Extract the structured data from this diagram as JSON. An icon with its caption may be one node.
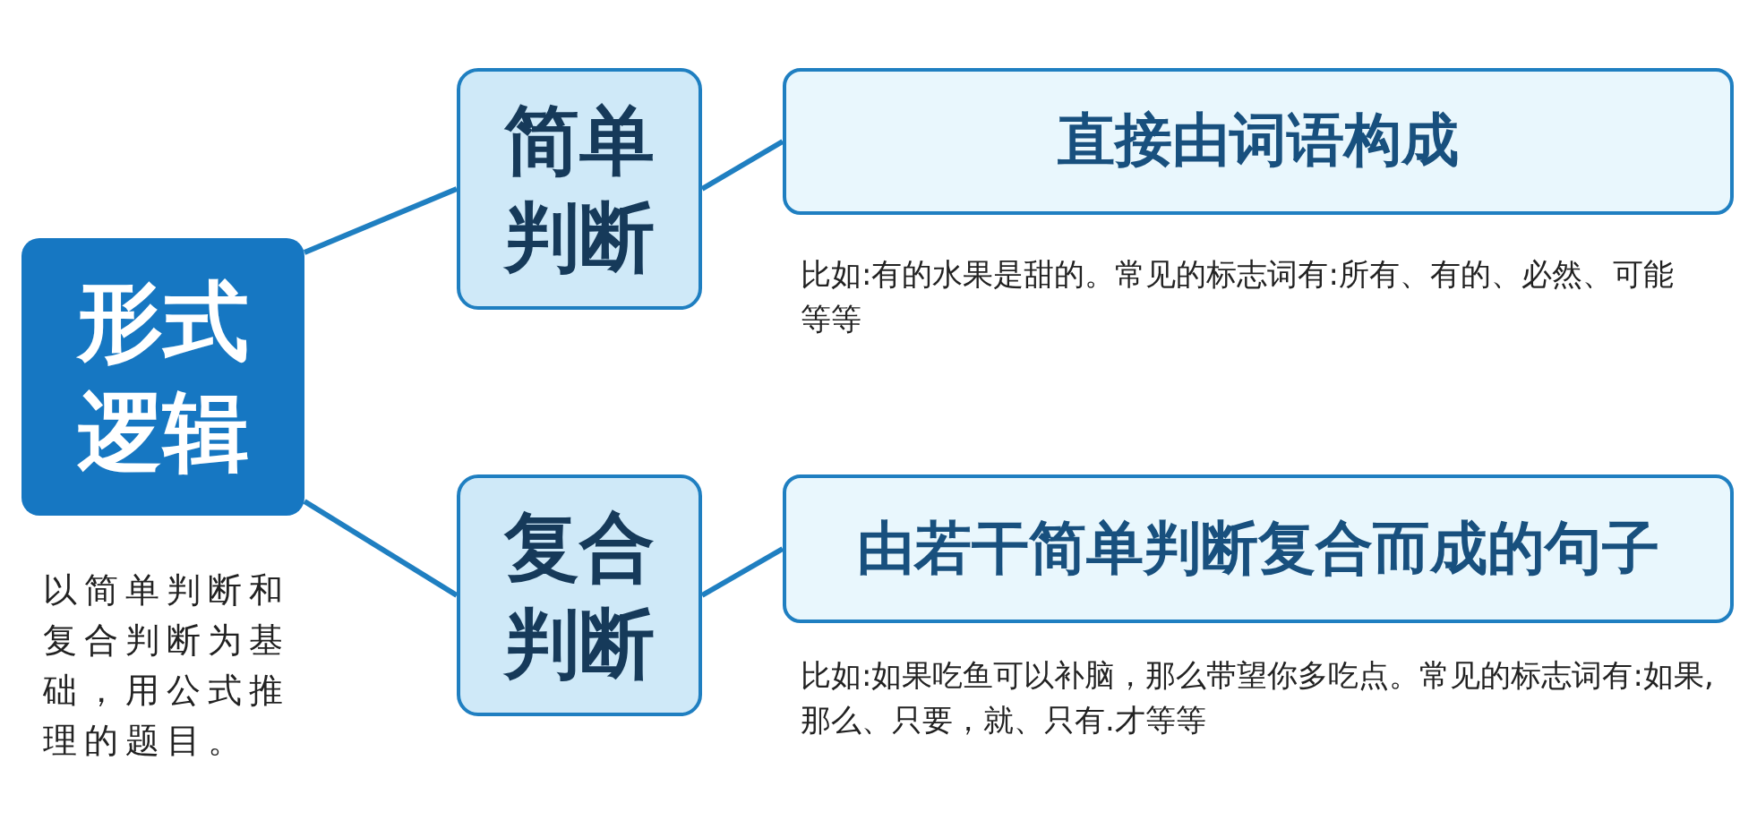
{
  "diagram": {
    "nodes": [
      {
        "text": [
          "形式逻辑"
        ],
        "beside": [
          "以简单判断和复合判断为基础，用公式推理的题目。"
        ]
      },
      {
        "text": [
          "简单判断"
        ]
      },
      {
        "text": [
          "直接由词语构成"
        ],
        "beside": [
          "比如:有的水果是甜的。常见的标志词有:所有、有的、必然、可能等等"
        ]
      },
      {
        "text": [
          "复合判断"
        ]
      },
      {
        "text": [
          "由若干简单判断复合而成的句子"
        ],
        "beside": [
          "比如:如果吃鱼可以补脑，那么带望你多吃点。常见的标志词有:如果,那么、只要，就、只有.才等等"
        ]
      }
    ],
    "edges": [
      {
        "from": 0,
        "to": 1,
        "arrow": "none"
      },
      {
        "from": 1,
        "to": 2,
        "arrow": "none"
      },
      {
        "from": 0,
        "to": 3,
        "arrow": "none"
      },
      {
        "from": 3,
        "to": 4,
        "arrow": "none"
      }
    ]
  }
}
